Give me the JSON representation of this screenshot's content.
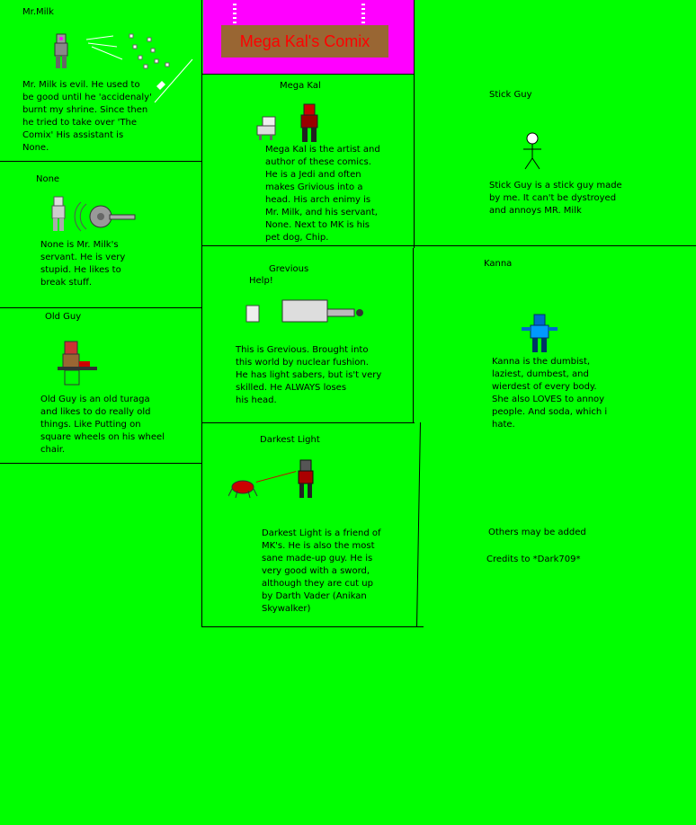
{
  "title": "Mega Kal's Comix",
  "colors": {
    "background": "#00ff00",
    "title_box": "#ff00ff",
    "title_banner": "#996633",
    "title_text": "#ff0000"
  },
  "characters": {
    "mr_milk": {
      "name": "Mr.Milk",
      "desc": "Mr. Milk is evil. He used to\nbe good until he 'accidenaly'\nburnt my shrine. Since then\nhe tried to take over 'The\nComix' His assistant is\nNone."
    },
    "none": {
      "name": "None",
      "desc": "None is Mr. Milk's\nservant. He is very\nstupid. He likes to\nbreak stuff."
    },
    "old_guy": {
      "name": "Old Guy",
      "desc": "Old Guy is an old turaga\nand likes to do really old\nthings. Like Putting on\nsquare wheels on his wheel\nchair."
    },
    "mega_kal": {
      "name": "Mega Kal",
      "desc": "Mega Kal is the artist and\nauthor of these comics.\nHe is a Jedi and often\nmakes Grivious into a\nhead. His  arch enimy is\nMr. Milk, and his servant,\nNone. Next to MK is his\npet dog, Chip."
    },
    "grevious": {
      "name": "Grevious",
      "speech": "Help!",
      "desc": "This is Grevious. Brought into\nthis world by nuclear fushion.\nHe has light sabers, but is't very\nskilled. He ALWAYS loses\nhis head."
    },
    "darkest_light": {
      "name": "Darkest Light",
      "desc": "Darkest Light is a friend of\nMK's. He is also the most\nsane made-up guy. He is\nvery good with a sword,\nalthough they are cut up\nby Darth Vader (Anikan\nSkywalker)"
    },
    "stick_guy": {
      "name": "Stick Guy",
      "desc": "Stick Guy is a stick guy made\nby me. It can't be dystroyed\nand annoys MR. Milk"
    },
    "kanna": {
      "name": "Kanna",
      "desc": "Kanna is the dumbist,\nlaziest, dumbest, and\nwierdest of every body.\nShe also LOVES to annoy\npeople. And soda, which i\nhate."
    }
  },
  "footer": {
    "others": "Others may be added",
    "credits": "Credits to *Dark709*"
  },
  "icons": [
    "mr-milk-sprite",
    "none-sprite",
    "old-guy-sprite",
    "mega-kal-sprite",
    "chip-dog-sprite",
    "grevious-sprite",
    "darkest-light-sprite",
    "spider-droid-sprite",
    "stick-guy-sprite",
    "kanna-sprite"
  ]
}
